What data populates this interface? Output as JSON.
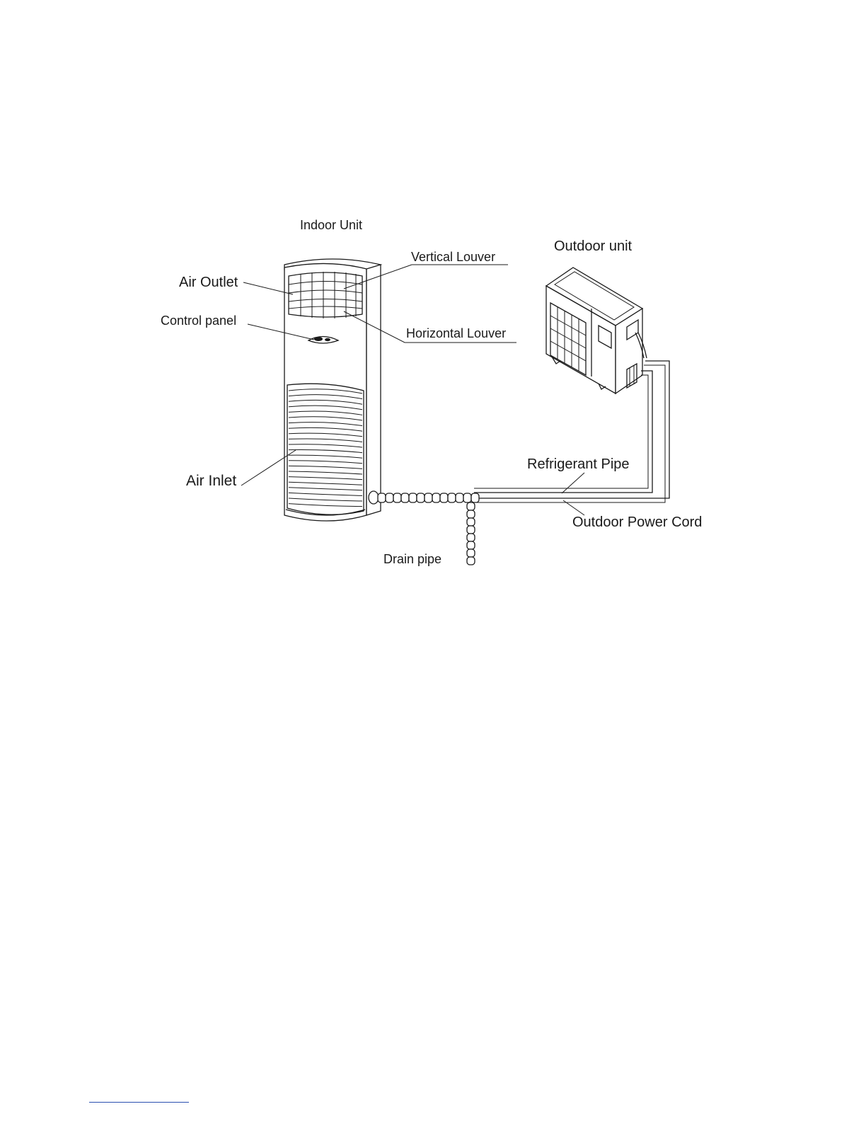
{
  "labels": {
    "indoor_unit": "Indoor Unit",
    "outdoor_unit": "Outdoor unit",
    "vertical_louver": "Vertical Louver",
    "air_outlet": "Air Outlet",
    "control_panel": "Control panel",
    "horizontal_louver": "Horizontal Louver",
    "air_inlet": "Air Inlet",
    "refrigerant_pipe": "Refrigerant Pipe",
    "outdoor_power_cord": "Outdoor Power Cord",
    "drain_pipe": "Drain pipe"
  },
  "colors": {
    "line": "#1a1a1a",
    "footnote_rule": "#2a4fb0"
  }
}
